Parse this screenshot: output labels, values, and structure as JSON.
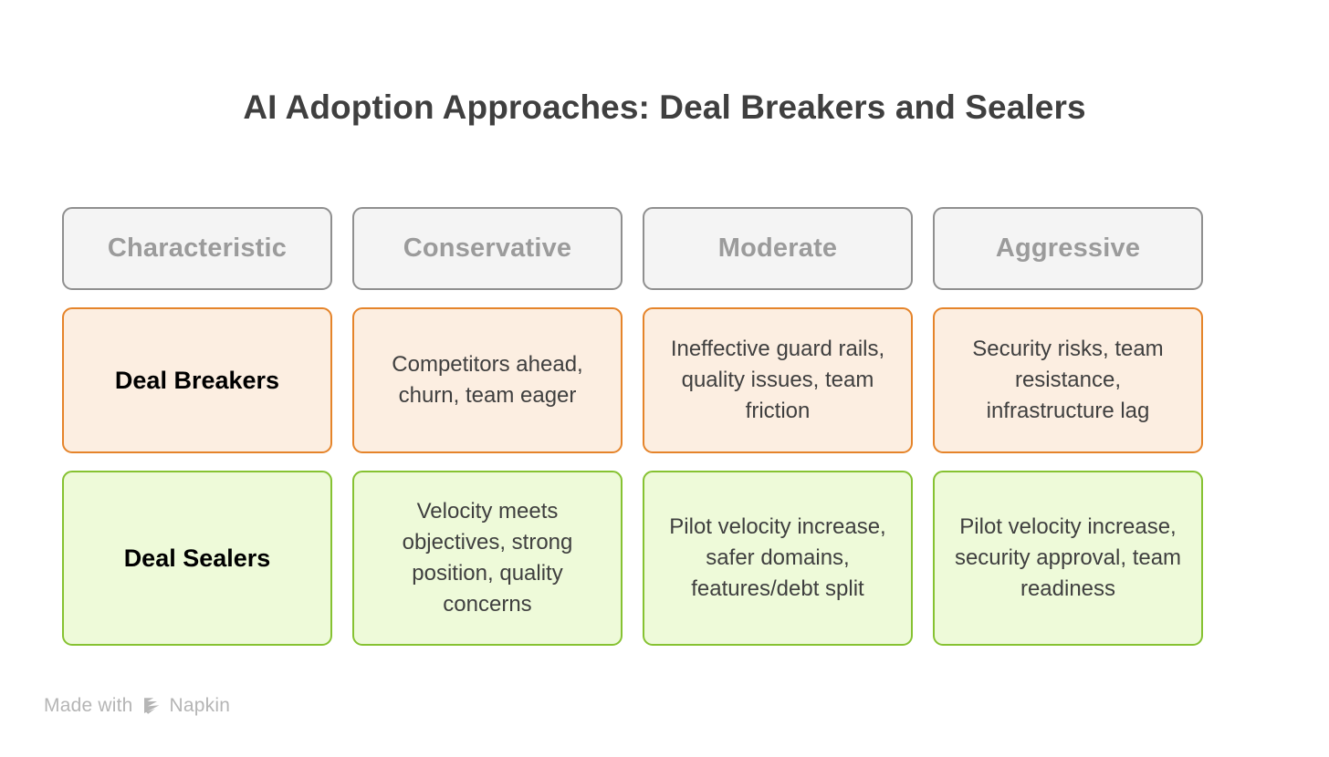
{
  "page": {
    "title": "AI Adoption Approaches: Deal Breakers and Sealers",
    "background_color": "#ffffff"
  },
  "table": {
    "headers": [
      {
        "label": "Characteristic"
      },
      {
        "label": "Conservative"
      },
      {
        "label": "Moderate"
      },
      {
        "label": "Aggressive"
      }
    ],
    "rows": [
      {
        "name": "deal-breakers",
        "accent_color": "#e5842a",
        "fill_color": "#fceee1",
        "label": "Deal Breakers",
        "cells": [
          "Competitors ahead, churn, team eager",
          "Ineffective guard rails, quality issues, team friction",
          "Security risks, team resistance, infrastructure lag"
        ]
      },
      {
        "name": "deal-sealers",
        "accent_color": "#86c232",
        "fill_color": "#eefad9",
        "label": "Deal Sealers",
        "cells": [
          "Velocity meets objectives, strong position, quality concerns",
          "Pilot velocity increase, safer domains, features/debt split",
          "Pilot velocity increase, security approval, team readiness"
        ]
      }
    ],
    "header_style": {
      "fill_color": "#f4f4f4",
      "border_color": "#8f8f8f",
      "text_color": "#9b9b9b"
    }
  },
  "footer": {
    "made_with": "Made with",
    "brand": "Napkin",
    "logo_icon": "napkin-logo-icon",
    "color": "#b5b5b5"
  }
}
